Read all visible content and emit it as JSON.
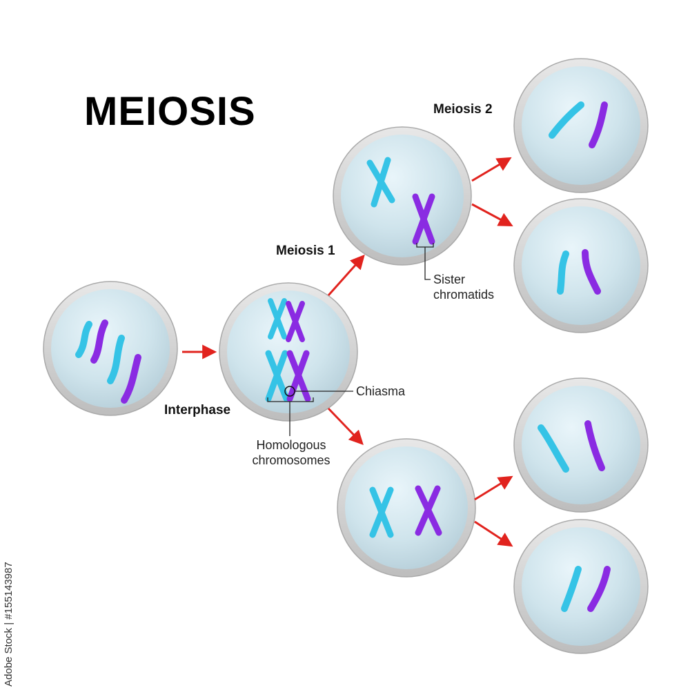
{
  "title": "MEIOSIS",
  "labels": {
    "interphase": "Interphase",
    "meiosis1": "Meiosis 1",
    "meiosis2": "Meiosis 2",
    "sister_chromatids": [
      "Sister",
      "chromatids"
    ],
    "chiasma": "Chiasma",
    "homologous": [
      "Homologous",
      "chromosomes"
    ]
  },
  "watermark": "Adobe Stock | #155143987",
  "colors": {
    "light_chromosome": "#35c3e6",
    "dark_chromosome": "#8a2be2",
    "arrow": "#e1231e",
    "cell_rim": "#cfcfcf",
    "cell_fill": "#c4dde7",
    "annotation_line": "#222222"
  }
}
